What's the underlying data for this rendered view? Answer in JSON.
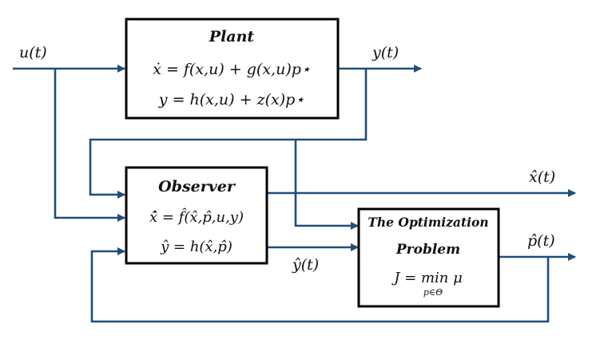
{
  "diagram": {
    "line_color": "#1f4e79",
    "box_border_color": "#000000",
    "signals": {
      "input": "u(t)",
      "output": "y(t)",
      "state_estimate": "x̂(t)",
      "output_estimate": "ŷ(t)",
      "parameter_estimate": "p̂(t)"
    },
    "blocks": {
      "plant": {
        "title": "Plant",
        "eq1": "ẋ = f(x,u) + g(x,u)p⋆",
        "eq2": "y = h(x,u) + z(x)p⋆"
      },
      "observer": {
        "title": "Observer",
        "eq1": "x̂̇ = f̂(x̂,p̂,u,y)",
        "eq2": "ŷ = h(x̂,p̂)"
      },
      "optimization": {
        "title_line1": "The Optimization",
        "title_line2": "Problem",
        "eq_lhs": "J = min μ",
        "eq_sub": "p∈Θ"
      }
    }
  }
}
